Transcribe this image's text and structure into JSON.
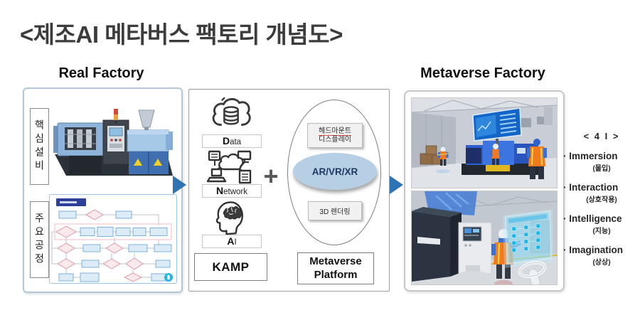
{
  "title": "<제조AI 메타버스 팩토리 개념도>",
  "real_factory": {
    "header": "Real Factory",
    "core_equipment_label": "핵심설비",
    "main_process_label": "주요공정"
  },
  "kamp": {
    "data": {
      "initial": "D",
      "rest": "ata"
    },
    "network": {
      "initial": "N",
      "rest": "etwork"
    },
    "ai": {
      "initial": "A",
      "rest": "I"
    },
    "kamp_label": "KAMP",
    "plus_sign": "+"
  },
  "platform": {
    "hmd_line1": "헤드마운트",
    "hmd_line2": "디스플레이",
    "ar_vr_xr": "AR/VR/XR",
    "rendering_3d": "3D 렌더링",
    "name_line1": "Metaverse",
    "name_line2": "Platform"
  },
  "metaverse_factory": {
    "header": "Metaverse Factory"
  },
  "four_i": {
    "header": "< 4 I >",
    "items": [
      {
        "bullet": "·",
        "en": "Immersion",
        "ko": "(몰입)"
      },
      {
        "bullet": "·",
        "en": "Interaction",
        "ko": "(상호작용)"
      },
      {
        "bullet": "·",
        "en": "Intelligence",
        "ko": "(지능)"
      },
      {
        "bullet": "·",
        "en": "Imagination",
        "ko": "(상상)"
      }
    ]
  },
  "icons": {
    "cloud_database": "cloud-database-icon",
    "network": "network-icon",
    "ai_brain": "ai-brain-icon",
    "plus": "plus-icon",
    "arrow_right": "arrow-right-icon"
  },
  "colors": {
    "arrow_blue": "#2e74b5",
    "ar_ellipse_fill": "#b7cfe4",
    "ar_text_navy": "#1f3864",
    "flowchart_title_bar": "#2d3f96",
    "flowchart_box_fill": "#dcecf7",
    "flowchart_diamond_fill": "#f9e9ec",
    "accent_cyan": "#24b4e6",
    "hmd_underline_red": "#e05252",
    "vest_orange": "#f2791e"
  }
}
